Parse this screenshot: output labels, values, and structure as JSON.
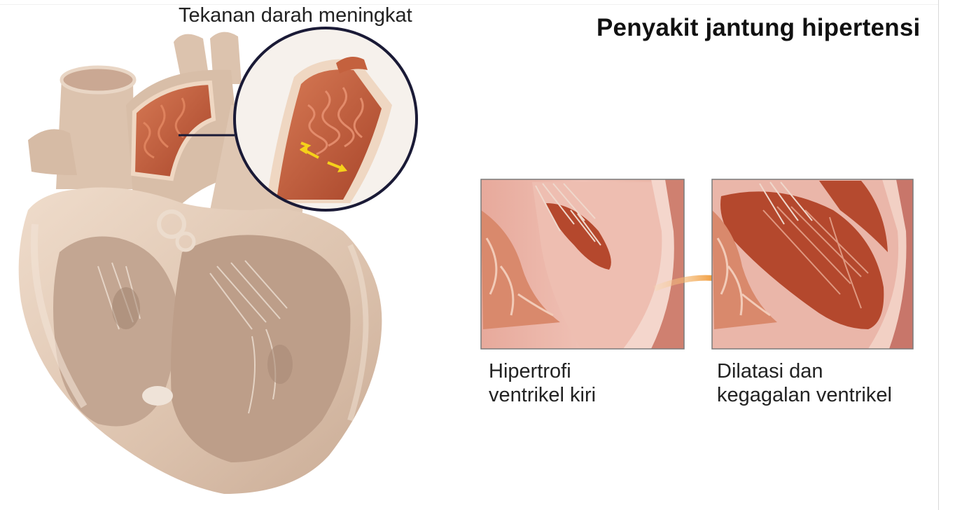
{
  "title": "Penyakit jantung hipertensi",
  "pressure_label": "Tekanan darah meningkat",
  "panels": [
    {
      "caption_line1": "Hipertrofi",
      "caption_line2": "ventrikel kiri"
    },
    {
      "caption_line1": "Dilatasi dan",
      "caption_line2": "kegagalan ventrikel"
    }
  ],
  "colors": {
    "heart_skin": "#e2cbb7",
    "heart_shadow": "#b89a86",
    "muscle": "#c4613e",
    "muscle_light": "#e6a58e",
    "tissue_pink": "#eab3a6",
    "arrow_orange": "#f2a03a",
    "arrow_yellow": "#f5d11a",
    "circle_border": "#1a1a36"
  }
}
